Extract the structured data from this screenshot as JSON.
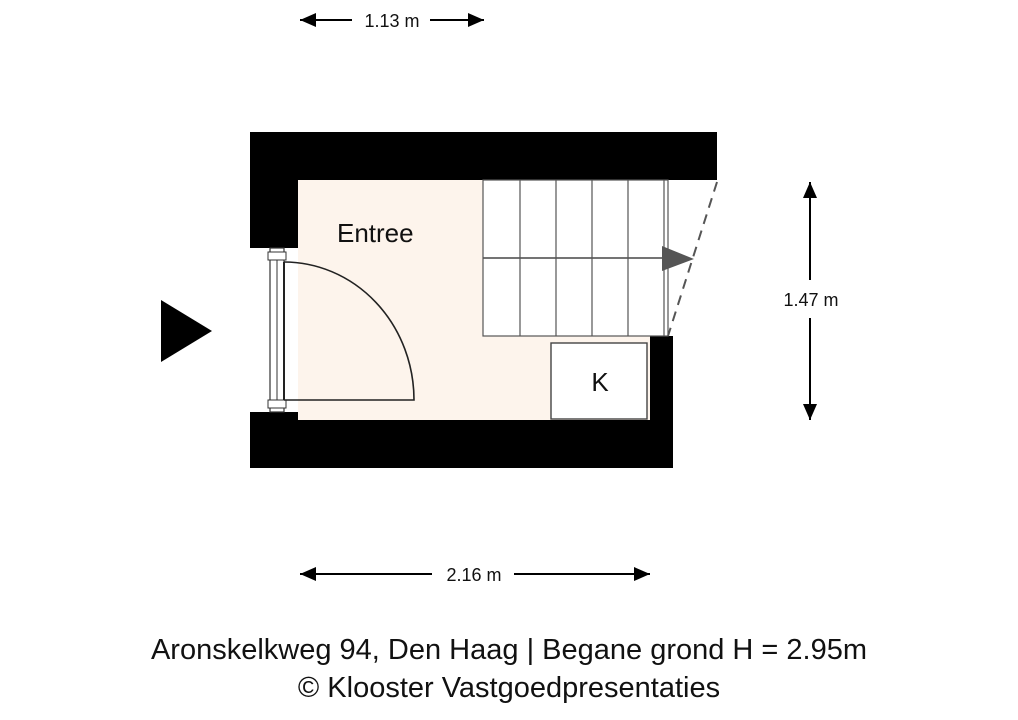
{
  "dimensions": {
    "top_width": "1.13 m",
    "right_height": "1.47 m",
    "bottom_width": "2.16 m"
  },
  "rooms": {
    "entree": "Entree",
    "cupboard": "K"
  },
  "caption": {
    "line1": "Aronskelkweg 94, Den Haag | Begane grond H = 2.95m",
    "line2": "© Klooster Vastgoedpresentaties"
  },
  "colors": {
    "wall": "#000000",
    "floor": "#fdf4ec",
    "lines": "#555555"
  }
}
